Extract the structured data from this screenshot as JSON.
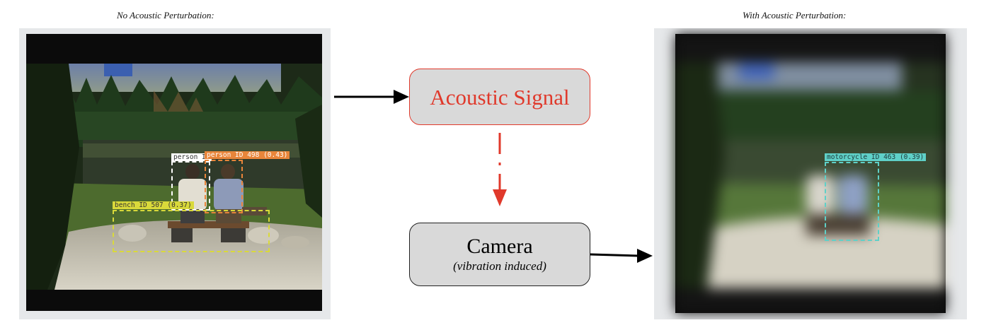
{
  "left_panel": {
    "caption": "No Acoustic Perturbation:",
    "detections": [
      {
        "label": "person ID",
        "color": "#ffffff"
      },
      {
        "label": "person ID 498 (0.43)",
        "color": "#e8853a"
      },
      {
        "label": "bench ID 507 (0.37)",
        "color": "#d9d93a"
      }
    ]
  },
  "right_panel": {
    "caption": "With Acoustic Perturbation:",
    "detections": [
      {
        "label": "motorcycle ID 463 (0.39)",
        "color": "#5fd0c8"
      }
    ]
  },
  "nodes": {
    "acoustic": {
      "title": "Acoustic Signal",
      "color": "#e0392b"
    },
    "camera": {
      "title": "Camera",
      "subtitle": "(vibration induced)"
    }
  }
}
